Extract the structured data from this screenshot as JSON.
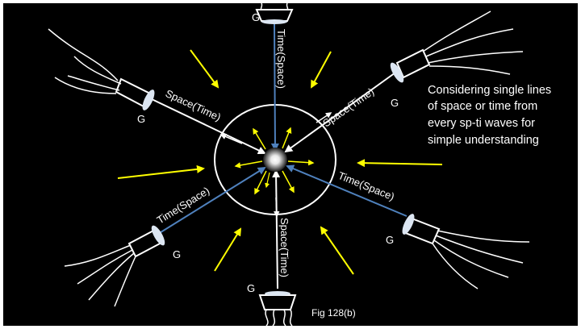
{
  "colors": {
    "background": "#000000",
    "frame": "#ffffff",
    "line_time": "#4f81bd",
    "line_space": "#ffffff",
    "arrow_field": "#ffff00",
    "circle": "#ffffff",
    "detector": "#ffffff"
  },
  "labels": {
    "time_space": "Time(Space)",
    "space_time": "Space(Time)",
    "detector": "G"
  },
  "note": {
    "line1": "Considering single lines",
    "line2": "of space or time from",
    "line3": "every sp-ti waves for",
    "line4": "simple understanding"
  },
  "figure_caption": "Fig 128(b)"
}
